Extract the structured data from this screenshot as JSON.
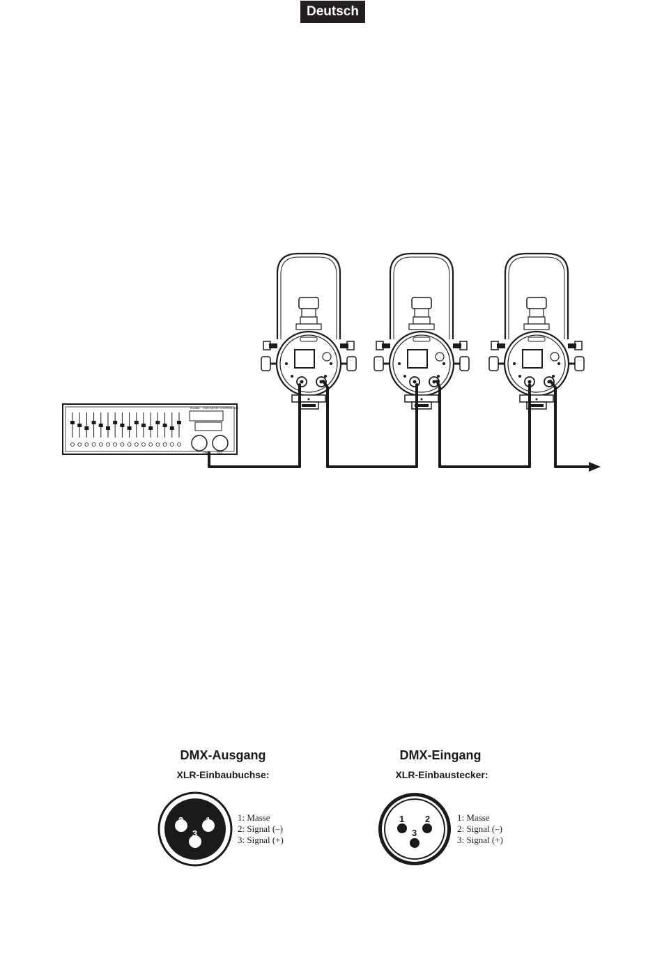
{
  "header": {
    "language_badge": "Deutsch"
  },
  "colors": {
    "ink": "#1a1a1a",
    "badge_bg": "#231f20",
    "paper": "#ffffff"
  },
  "controller": {
    "brand": "Eurolite",
    "model": "DMX MOVE CONTROL 512",
    "out_label": "PAN",
    "in_label": "TILT"
  },
  "spotlights": [
    {
      "id": 1
    },
    {
      "id": 2
    },
    {
      "id": 3
    }
  ],
  "pinouts": [
    {
      "title": "DMX-Ausgang",
      "subtitle": "XLR-Einbaubuchse:",
      "type": "socket",
      "pins": [
        "2",
        "1",
        "3"
      ],
      "legend": [
        "1: Masse",
        "2: Signal (–)",
        "3: Signal (+)"
      ]
    },
    {
      "title": "DMX-Eingang",
      "subtitle": "XLR-Einbaustecker:",
      "type": "plug",
      "pins": [
        "1",
        "2",
        "3"
      ],
      "legend": [
        "1: Masse",
        "2: Signal (–)",
        "3: Signal (+)"
      ]
    }
  ]
}
